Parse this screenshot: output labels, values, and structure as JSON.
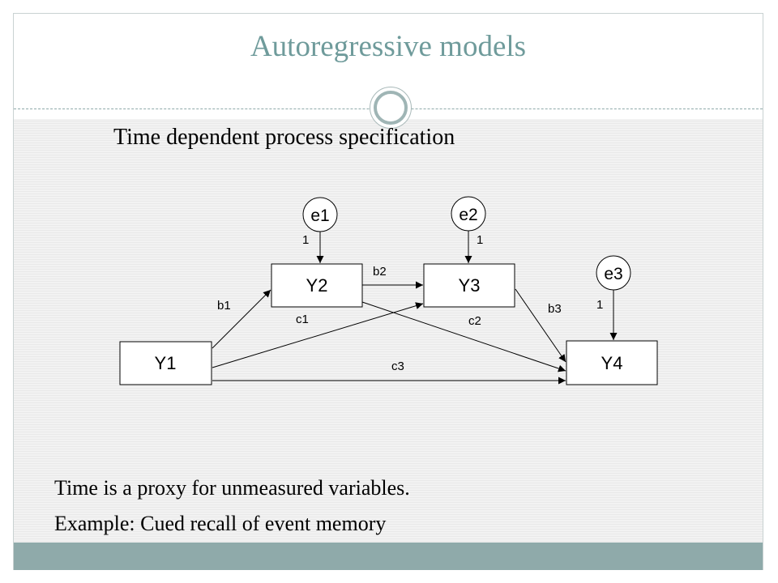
{
  "slide": {
    "title": "Autoregressive models",
    "subtitle": "Time dependent process specification",
    "body_lines": [
      "Time is a proxy for unmeasured variables.",
      "Example: Cued recall of event memory"
    ]
  },
  "diagram": {
    "nodes": [
      {
        "id": "Y1",
        "label": "Y1",
        "shape": "rectangle"
      },
      {
        "id": "Y2",
        "label": "Y2",
        "shape": "rectangle"
      },
      {
        "id": "Y3",
        "label": "Y3",
        "shape": "rectangle"
      },
      {
        "id": "Y4",
        "label": "Y4",
        "shape": "rectangle"
      },
      {
        "id": "e1",
        "label": "e1",
        "shape": "circle"
      },
      {
        "id": "e2",
        "label": "e2",
        "shape": "circle"
      },
      {
        "id": "e3",
        "label": "e3",
        "shape": "circle"
      }
    ],
    "edges": [
      {
        "from": "Y1",
        "to": "Y2",
        "label": "b1"
      },
      {
        "from": "Y2",
        "to": "Y3",
        "label": "b2"
      },
      {
        "from": "Y3",
        "to": "Y4",
        "label": "b3"
      },
      {
        "from": "Y1",
        "to": "Y3",
        "label": "c1"
      },
      {
        "from": "Y2",
        "to": "Y4",
        "label": "c2"
      },
      {
        "from": "Y1",
        "to": "Y4",
        "label": "c3"
      },
      {
        "from": "e1",
        "to": "Y2",
        "label": "1"
      },
      {
        "from": "e2",
        "to": "Y3",
        "label": "1"
      },
      {
        "from": "e3",
        "to": "Y4",
        "label": "1"
      }
    ]
  }
}
